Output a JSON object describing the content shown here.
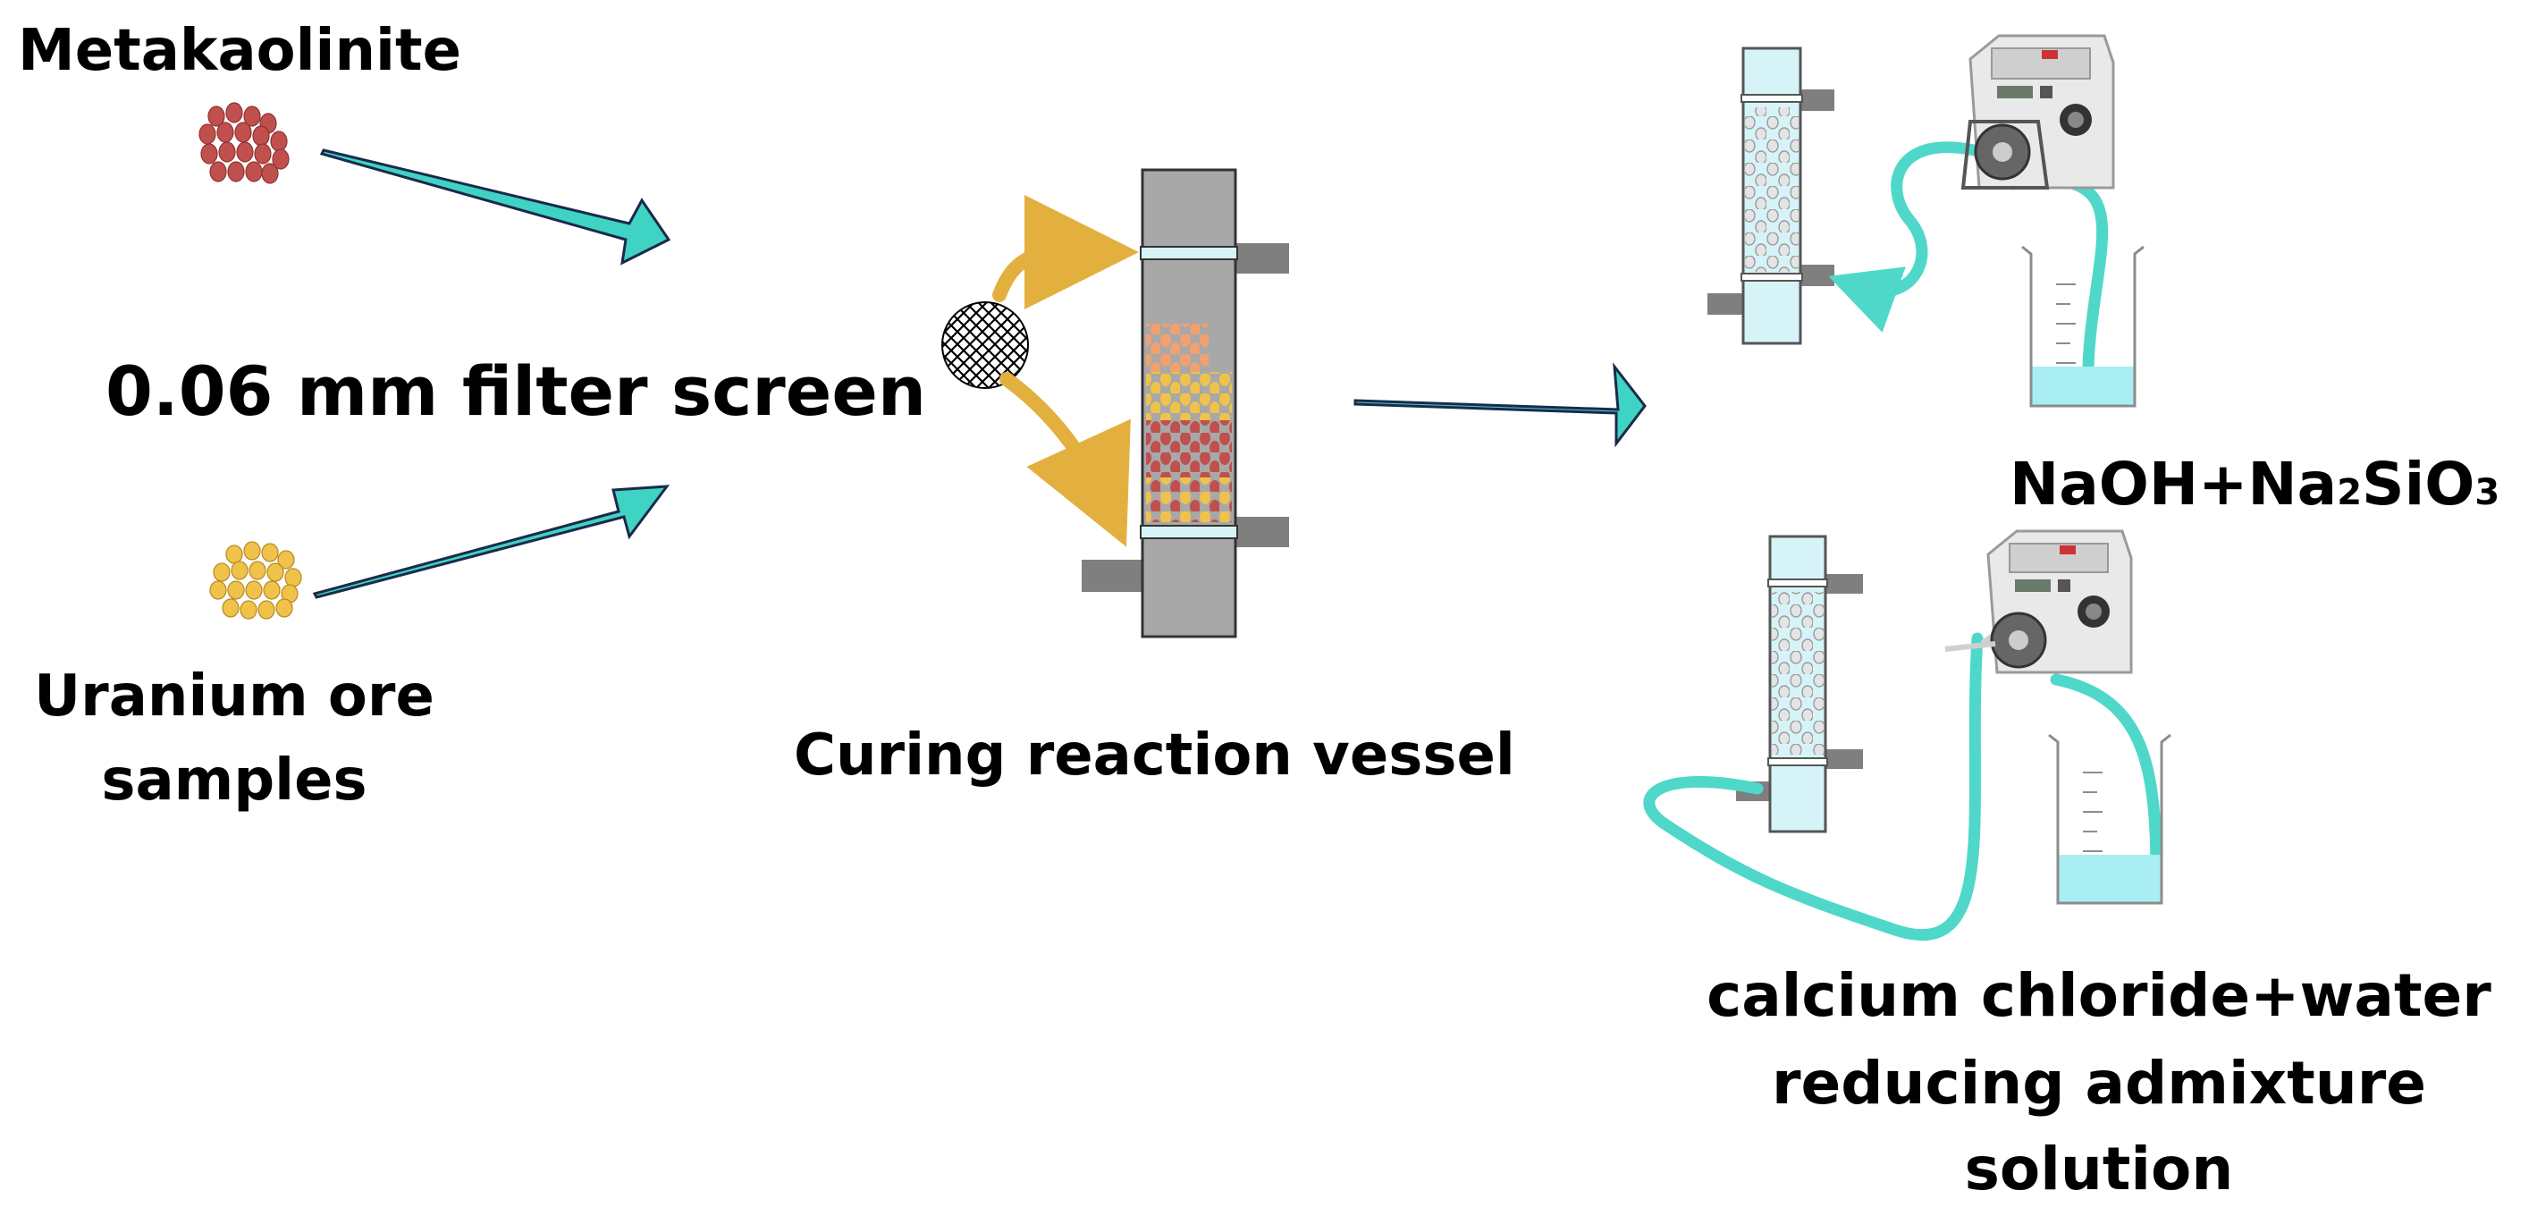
{
  "labels": {
    "metakaolinite": "Metakaolinite",
    "filter_screen": "0.06 mm filter screen",
    "uranium_line1": "Uranium ore",
    "uranium_line2": "samples",
    "vessel": "Curing reaction vessel",
    "naoh_prefix": "NaOH+Na",
    "naoh_sub1": "2",
    "naoh_mid": "SiO",
    "naoh_sub2": "3",
    "cacl_line1": "calcium chloride+water",
    "cacl_line2": "reducing admixture",
    "cacl_line3": "solution"
  },
  "colors": {
    "arrow_teal": "#3fd3c4",
    "arrow_gold": "#e3b040",
    "metakaolinite": "#c0504d",
    "uranium_ore": "#f0c24a",
    "vessel_gray": "#a8a8a8",
    "column_light": "#d6f4f8",
    "tube": "#4fd8c9",
    "solution": "#a8eef2"
  },
  "icons": [
    "mesh-screen-icon",
    "peristaltic-pump-icon",
    "beaker-icon",
    "column-icon"
  ]
}
